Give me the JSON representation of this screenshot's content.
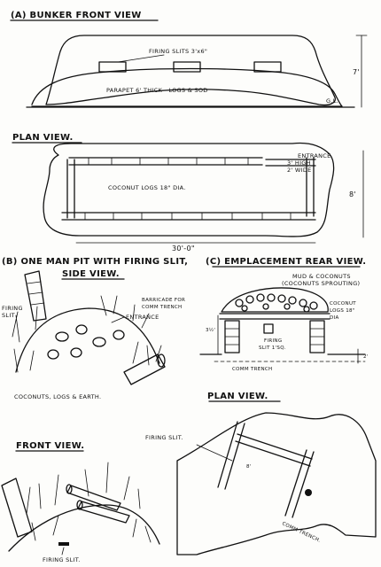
{
  "sections": {
    "a_title": "(A) BUNKER FRONT VIEW",
    "plan_title_1": "PLAN VIEW.",
    "b_title": "(B) ONE MAN PIT WITH FIRING SLIT,",
    "b_subtitle": "SIDE VIEW.",
    "c_title": "(C) EMPLACEMENT  REAR VIEW.",
    "plan_title_2": "PLAN VIEW.",
    "front_title": "FRONT VIEW."
  },
  "labels": {
    "firing_slits": "FIRING SLITS 3'x6\"",
    "parapet": "PARAPET 6' THICK - LOGS & SOD",
    "gl": "G.L.",
    "height_7": "7'",
    "entrance_1": "ENTRANCE",
    "entrance_high": "3' HIGH",
    "entrance_wide": "2' WIDE",
    "coconut_logs": "COCONUT LOGS 18\" DIA.",
    "width_8": "8'",
    "length_30": "30'-0\"",
    "firing_slit_b": "FIRING SLIT",
    "barricade_1": "BARRICADE FOR",
    "barricade_2": "COMM TRENCH",
    "entrance_b": "ENTRANCE",
    "coconuts_logs_earth": "COCONUTS, LOGS & EARTH.",
    "mud_coconuts_1": "MUD & COCONUTS",
    "mud_coconuts_2": "(COCONUTS SPROUTING)",
    "coconut_logs_c1": "COCONUT",
    "coconut_logs_c2": "LOGS 18\"",
    "coconut_logs_c3": "DIA",
    "height_3half": "3½'",
    "firing_slit_sq_1": "FIRING",
    "firing_slit_sq_2": "SLIT 1'SQ.",
    "height_2": "2'",
    "comm_trench": "COMM TRENCH",
    "firing_slit_plan": "FIRING SLIT.",
    "dim_8": "8'",
    "comm_trench_plan": "COMM TRENCH.",
    "firing_slit_front": "FIRING SLIT."
  }
}
